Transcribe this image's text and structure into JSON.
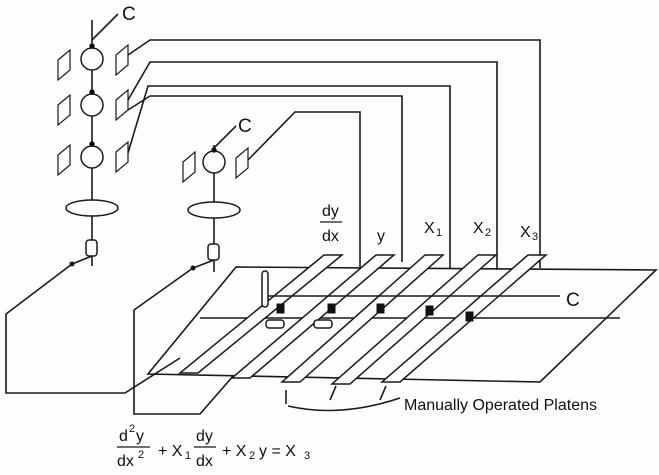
{
  "labels": {
    "c_top": "C",
    "c_mid": "C",
    "c_right": "C",
    "dy_num": "dy",
    "dy_den": "dx",
    "y": "y",
    "x1": "X",
    "x1_sub": "1",
    "x2": "X",
    "x2_sub": "2",
    "x3": "X",
    "x3_sub": "3",
    "platens": "Manually Operated Platens"
  },
  "equation": {
    "d2y": "d",
    "d2y_sup": "2",
    "d2y_y": "y",
    "dx2": "dx",
    "dx2_sup": "2",
    "plus1": "+ X",
    "x1_sub": "1",
    "dy": "dy",
    "dx": "dx",
    "plus2": "+ X",
    "x2_sub": "2",
    "y_term": "y = X",
    "x3_sub": "3"
  }
}
